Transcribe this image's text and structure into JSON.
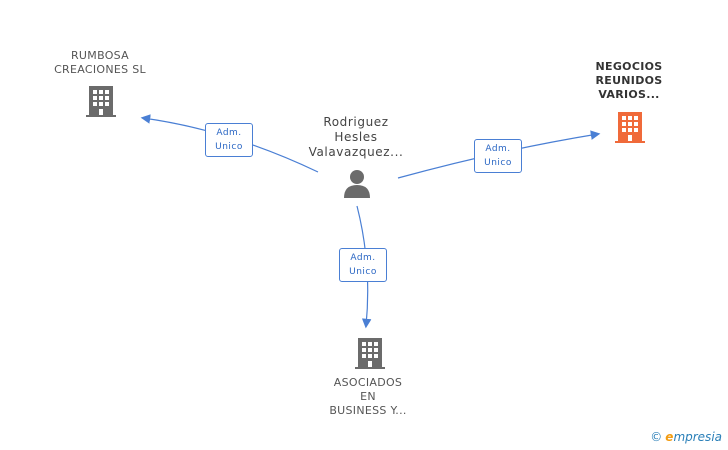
{
  "nodes": {
    "rumbosa": {
      "lines": [
        "RUMBOSA",
        "CREACIONES SL"
      ]
    },
    "negocios": {
      "lines": [
        "NEGOCIOS",
        "REUNIDOS",
        "VARIOS..."
      ]
    },
    "asociados": {
      "lines": [
        "ASOCIADOS",
        "EN",
        "BUSINESS Y..."
      ]
    },
    "person": {
      "lines": [
        "Rodriguez",
        "Hesles",
        "Valavazquez..."
      ]
    }
  },
  "edges": {
    "to_rumbosa": {
      "lines": [
        "Adm.",
        "Unico"
      ]
    },
    "to_negocios": {
      "lines": [
        "Adm.",
        "Unico"
      ]
    },
    "to_asociados": {
      "lines": [
        "Adm.",
        "Unico"
      ]
    }
  },
  "colors": {
    "company": "#6b6b6b",
    "highlight_company": "#f06a3a",
    "edge": "#4a7fd4",
    "person": "#6b6b6b"
  },
  "brand": {
    "copyright": "©",
    "name_initial": "e",
    "name_rest": "mpresia"
  }
}
